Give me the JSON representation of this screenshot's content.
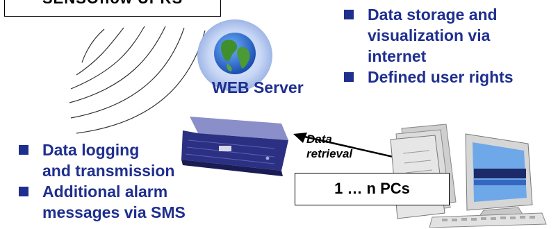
{
  "sensor_box": {
    "label": "SENSOflow UPKS"
  },
  "server": {
    "label": "WEB Server"
  },
  "right_bullets": [
    {
      "lines": [
        "Data storage and",
        "visualization via",
        "internet"
      ]
    },
    {
      "lines": [
        "Defined user rights"
      ]
    }
  ],
  "left_bullets": [
    {
      "lines": [
        "Data logging",
        "and transmission"
      ]
    },
    {
      "lines": [
        "Additional alarm",
        "messages via SMS"
      ]
    }
  ],
  "arrow_label": {
    "line1": "Data",
    "line2": "retrieval"
  },
  "pcs_box": {
    "label": "1 … n PCs"
  },
  "colors": {
    "bullet": "#1f2f8f",
    "text": "#1f2f8f"
  }
}
